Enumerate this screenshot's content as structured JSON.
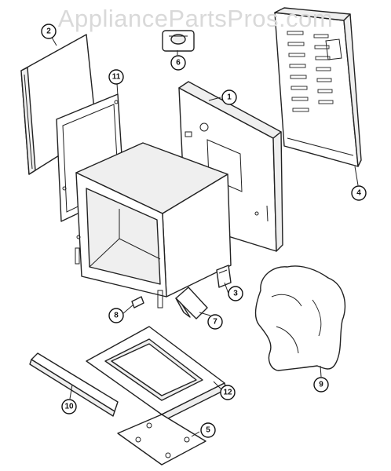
{
  "watermark": "AppliancePartsPros.com",
  "callouts": [
    {
      "key": "c1",
      "label": "1"
    },
    {
      "key": "c2",
      "label": "2"
    },
    {
      "key": "c3",
      "label": "3"
    },
    {
      "key": "c4",
      "label": "4"
    },
    {
      "key": "c5",
      "label": "5"
    },
    {
      "key": "c6",
      "label": "6"
    },
    {
      "key": "c7",
      "label": "7"
    },
    {
      "key": "c8",
      "label": "8"
    },
    {
      "key": "c9",
      "label": "9"
    },
    {
      "key": "c10",
      "label": "10"
    },
    {
      "key": "c11",
      "label": "11"
    },
    {
      "key": "c12",
      "label": "12"
    }
  ]
}
